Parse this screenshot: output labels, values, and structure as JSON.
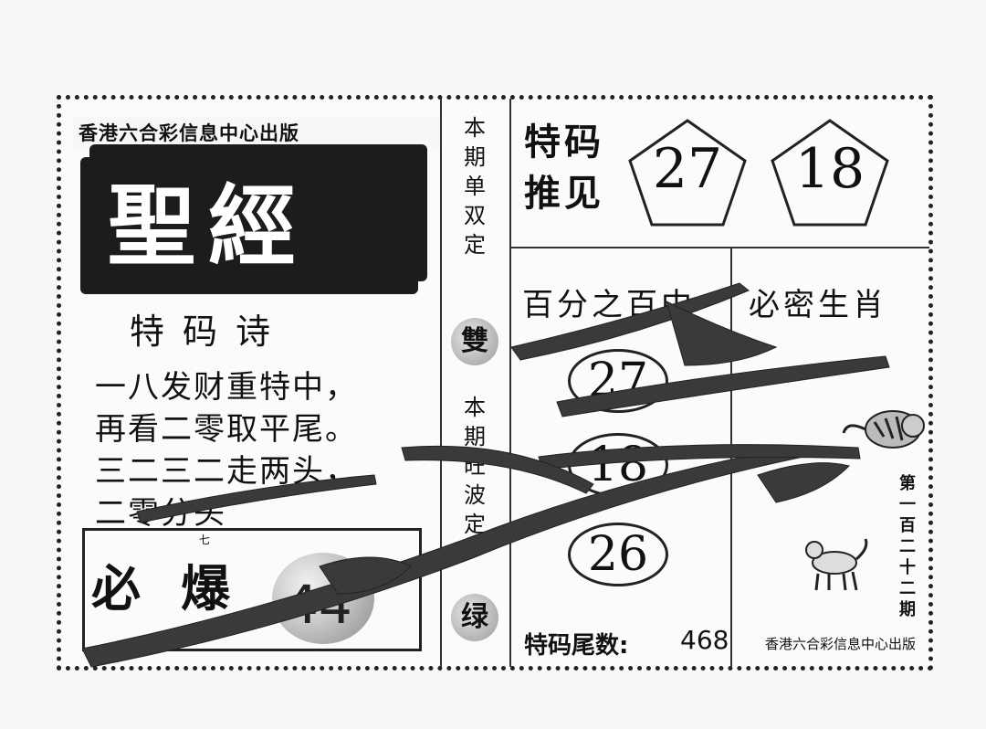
{
  "publisher": "香港六合彩信息中心出版",
  "title": "聖經",
  "poem": {
    "title": "特码诗",
    "lines": [
      "一八发财重特中，",
      "再看二零取平尾。",
      "三二三二走两头，",
      "二零分头"
    ]
  },
  "bibao": {
    "label": "必爆",
    "small_mark": "七",
    "number": "44"
  },
  "middle": {
    "odd_even_label": "本期单双定",
    "odd_even_value": "雙",
    "wave_label": "本期旺波定",
    "wave_value": "绿"
  },
  "tema": {
    "label": "特码推见",
    "numbers": [
      "27",
      "18"
    ]
  },
  "percent_line": "百分之百中",
  "zodiac_text": "必密生肖",
  "circled_numbers": [
    "27",
    "18",
    "26"
  ],
  "tail": {
    "label": "特码尾数:",
    "value": "468"
  },
  "issue": "第一百二十二期",
  "publisher_bottom": "香港六合彩信息中心出版",
  "icons": [
    "tiger-icon",
    "dog-icon",
    "bird-branch-illustration",
    "apple-icon"
  ]
}
